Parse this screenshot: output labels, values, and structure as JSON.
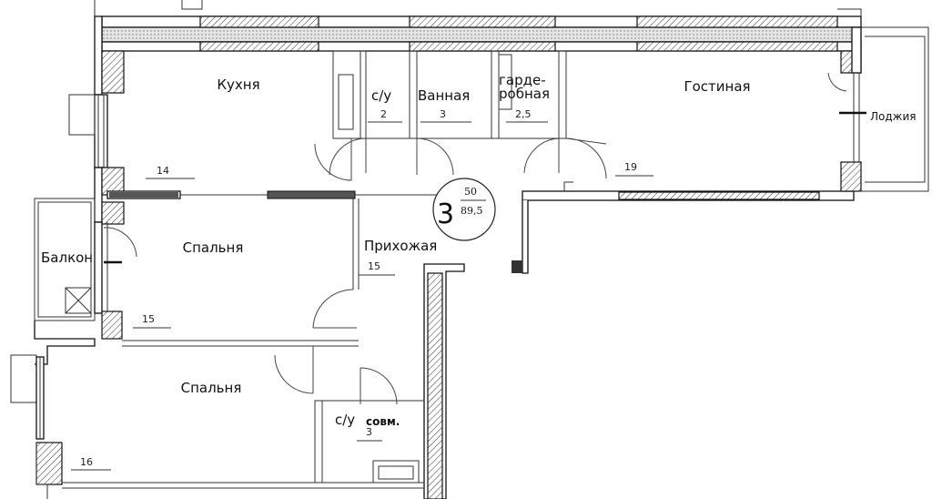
{
  "plan": {
    "apartment": {
      "rooms_count": "3",
      "living_area": "50",
      "total_area": "89,5"
    },
    "rooms": [
      {
        "name": "Кухня",
        "area": "14"
      },
      {
        "name": "с/у",
        "area": "2"
      },
      {
        "name": "Ванная",
        "area": "3"
      },
      {
        "name_line1": "гарде-",
        "name_line2": "робная",
        "area": "2,5"
      },
      {
        "name": "Гостиная",
        "area": "19"
      },
      {
        "name": "Лоджия"
      },
      {
        "name": "Спальня",
        "area": "15"
      },
      {
        "name": "Балкон"
      },
      {
        "name": "Прихожая",
        "area": "15"
      },
      {
        "name": "Спальня",
        "area": "16"
      },
      {
        "name": "с/у",
        "name_suffix": "совм.",
        "area": "3"
      }
    ]
  }
}
